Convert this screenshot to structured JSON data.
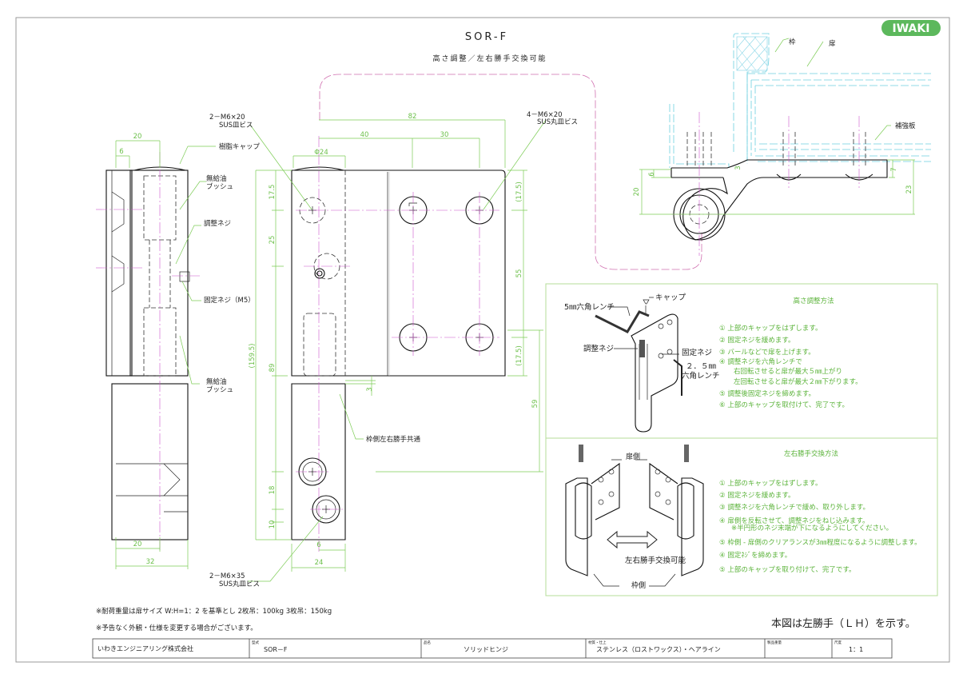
{
  "title": "SOR-F",
  "subtitle": "高さ調整／左右勝手交換可能",
  "brand": "IWAKI",
  "colors": {
    "dimension": "#7ccc55",
    "brand": "#5cb85c",
    "centerline": "#cc55cc",
    "hidden_context": "#6cd0e0"
  },
  "side_view": {
    "dim_top_20": "20",
    "dim_top_6": "6",
    "dim_bottom_20": "20",
    "dim_bottom_32": "32",
    "label_cap": "樹脂キャップ",
    "label_bush_top_1": "無給油",
    "label_bush_top_2": "ブッシュ",
    "label_adjust_screw": "調整ネジ",
    "label_fix_screw": "固定ネジ（M5）",
    "label_bush_bottom_1": "無給油",
    "label_bush_bottom_2": "ブッシュ"
  },
  "front_view": {
    "screw_top_1": "2－M6×20",
    "screw_top_2": "SUS皿ビス",
    "screw_right_1": "4－M6×20",
    "screw_right_2": "SUS丸皿ビス",
    "screw_bottom_1": "2－M6×35",
    "screw_bottom_2": "SUS丸皿ビス",
    "dim_82": "82",
    "dim_40": "40",
    "dim_30": "30",
    "dim_phi24": "Φ24",
    "dim_17_5": "17.5",
    "dim_25": "25",
    "dim_159_5": "(159.5)",
    "dim_89": "89",
    "dim_18": "18",
    "dim_10": "10",
    "dim_r17_5_top": "(17.5)",
    "dim_55": "55",
    "dim_r17_5_bottom": "(17.5)",
    "dim_59": "59",
    "dim_3": "3",
    "dim_6": "6",
    "dim_24": "24",
    "label_common": "枠側左右勝手共通"
  },
  "plan_view": {
    "label_frame": "枠",
    "label_door": "扉",
    "label_plate": "補強板",
    "dim_20": "20",
    "dim_6": "6",
    "dim_3": "3",
    "dim_7": "7",
    "dim_23": "23"
  },
  "height_adjust": {
    "title": "高さ調整方法",
    "callout_cap": "キャップ",
    "callout_wrench5": "5㎜六角レンチ",
    "callout_adjust": "調整ネジ",
    "callout_fix": "固定ネジ",
    "callout_wrench25_1": "２．５㎜",
    "callout_wrench25_2": "六角レンチ",
    "steps": [
      "① 上部のキャップをはずします。",
      "② 固定ネジを緩めます。",
      "③ バールなどで扉を上げます。",
      "④ 調整ネジを六角レンチで",
      "右回転させると扉が最大５㎜上がり",
      "左回転させると扉が最大２㎜下がります。",
      "⑤ 調整後固定ネジを締めます。",
      "⑥ 上部のキャップを取付けて、完了です。"
    ]
  },
  "hand_change": {
    "title": "左右勝手交換方法",
    "callout_door_side": "扉側",
    "callout_swap": "左右勝手交換可能",
    "callout_frame_side": "枠側",
    "steps": [
      "① 上部のキャップをはずします。",
      "② 固定ネジを緩めます。",
      "③ 調整ネジを六角レンチで緩め、取り外します。",
      "④ 扉側を反転させて、調整ネジをねじ込みます。",
      "※半円形のネジ末端が下になるようにしてください。",
      "⑤ 枠側 - 扉側のクリアランスが3㎜程度になるように調整します。",
      "④ 固定ﾈｼﾞを締めます。",
      "⑤ 上部のキャップを取り付けて、完了です。"
    ]
  },
  "notes": {
    "load": "※耐荷重量は扉サイズ W:H=1：2 を基準とし 2枚吊：100kg 3枚吊：150kg",
    "disclaimer": "※予告なく外観・仕様を変更する場合がございます。",
    "hand": "本図は左勝手（ＬＨ）を示す。"
  },
  "title_block": {
    "company": "いわきエンジニアリング株式会社",
    "model_label": "型式",
    "model": "SOR－F",
    "name_label": "品名",
    "name": "ソリッドヒンジ",
    "material_label": "材質・仕上",
    "material": "ステンレス（ロストワックス）・ヘアライン",
    "weight_label": "製品重量",
    "scale_label": "尺度",
    "scale": "1：1"
  }
}
